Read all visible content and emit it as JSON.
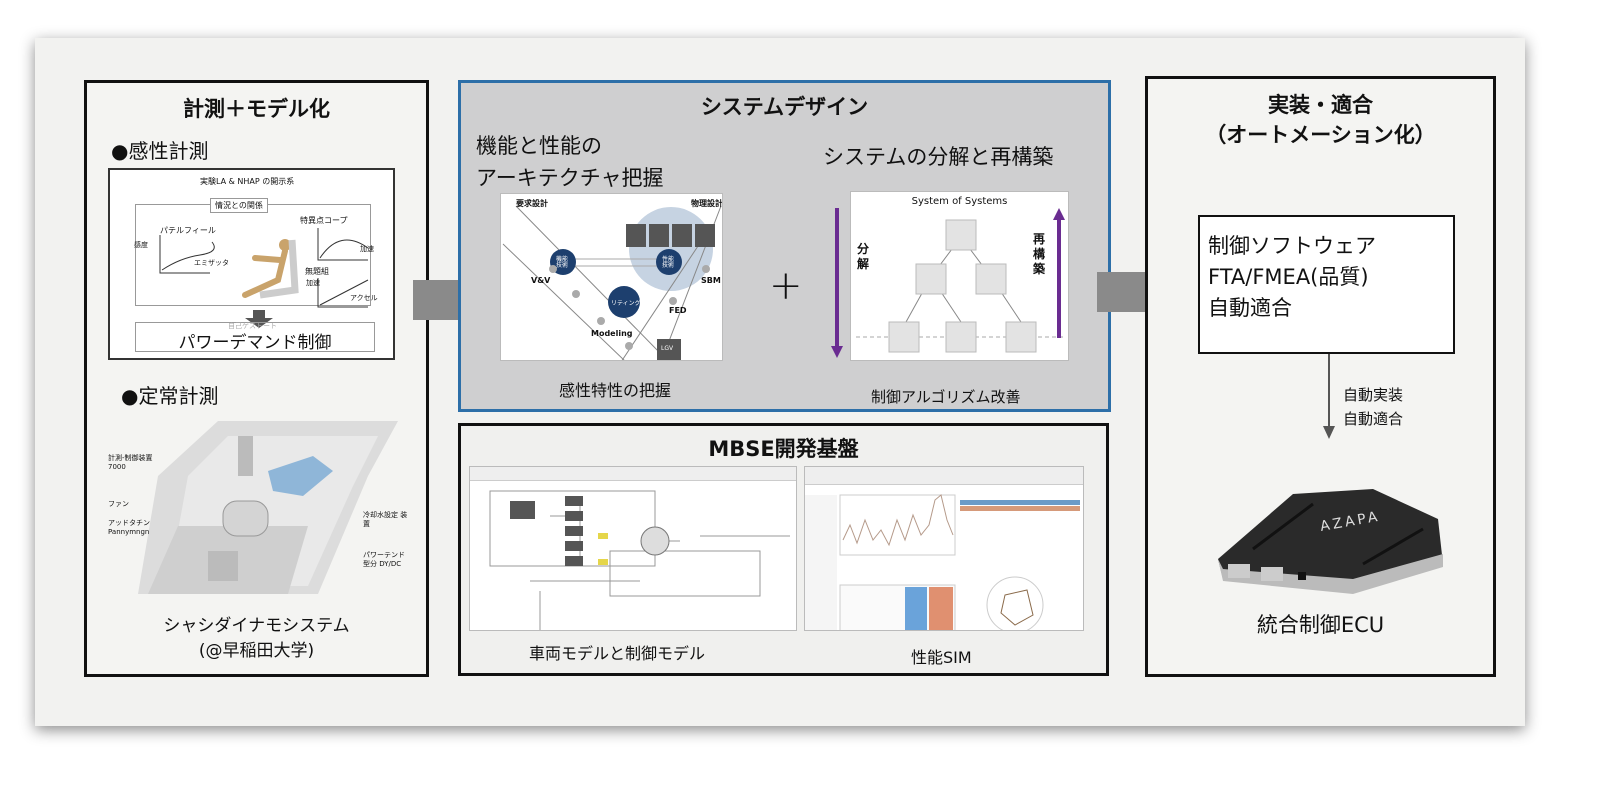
{
  "left_panel": {
    "title": "計測＋モデル化",
    "section1": "●感性計測",
    "sensory_figure": {
      "title": "実験LA & NHAP の開示系",
      "box_label": "情況との関係",
      "chart1": "パテルフィール",
      "chart1_x": "エミザッタ",
      "chart1_y": "感度",
      "chart2": "特異点コープ",
      "chart2_x": "加速",
      "chart3": "無題組",
      "chart3_x": "アクセル",
      "chart3_y": "加速",
      "faint_label": "自己ゲストート",
      "result": "パワーデマンド制御"
    },
    "section2": "●定常計測",
    "dyno_labels": [
      "計測-制御装置 7000",
      "ファン",
      "アッドタチン Pannymngn",
      "冷却水設定 装置",
      "パワーテンド 型分 DY/DC"
    ],
    "caption_line1": "シャシダイナモシステム",
    "caption_line2": "(@早稲田大学)"
  },
  "system_design": {
    "title": "システムデザイン",
    "sub1_line1": "機能と性能の",
    "sub1_line2": "アーキテクチャ把握",
    "vmodel": {
      "top_left": "要求設計",
      "top_right": "物理設計",
      "node1": "機能\n技術",
      "node2": "性能\n技術",
      "node3": "リティング",
      "vv": "V&V",
      "modeling": "Modeling",
      "fed": "FED",
      "sbm": "SBM",
      "box": "LGV"
    },
    "caption1": "感性特性の把握",
    "plus": "+",
    "sub2": "システムの分解と再構築",
    "sos_title": "System of Systems",
    "decompose": "分解",
    "rebuild": "再構築",
    "caption2": "制御アルゴリズム改善"
  },
  "mbse": {
    "title": "MBSE開発基盤",
    "caption1": "車両モデルと制御モデル",
    "caption2": "性能SIM"
  },
  "right_panel": {
    "title_line1": "実装・適合",
    "title_line2": "（オートメーション化）",
    "box_lines": [
      "制御ソフトウェア",
      "FTA/FMEA(品質)",
      "自動適合"
    ],
    "arrow_label1": "自動実装",
    "arrow_label2": "自動適合",
    "ecu_brand": "AZAPA",
    "caption": "統合制御ECU"
  },
  "colors": {
    "accent_blue": "#2d6fa8",
    "purple": "#6a2c91",
    "node_navy": "#1d3f6e",
    "arrow_gray": "#8a8a8a"
  }
}
